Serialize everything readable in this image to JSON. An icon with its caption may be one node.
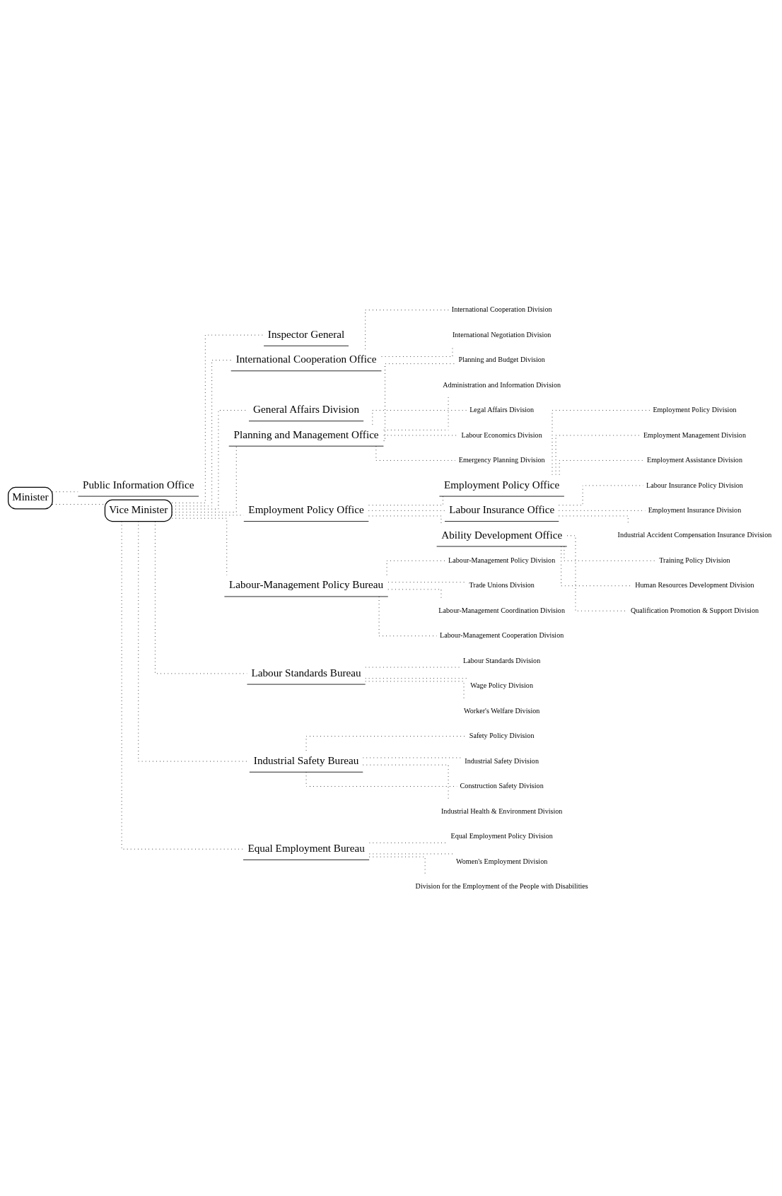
{
  "diagram": {
    "nodes": [
      {
        "text": [
          "Minister"
        ]
      },
      {
        "text": [
          "Public Information Office"
        ]
      },
      {
        "text": [
          "Vice Minister"
        ]
      },
      {
        "text": [
          "Inspector General"
        ]
      },
      {
        "text": [
          "International Cooperation Office"
        ]
      },
      {
        "text": [
          "International Cooperation Division"
        ]
      },
      {
        "text": [
          "International Negotiation Division"
        ]
      },
      {
        "text": [
          "General Affairs Division"
        ]
      },
      {
        "text": [
          "Planning and Management Office"
        ]
      },
      {
        "text": [
          "Planning and Budget Division"
        ]
      },
      {
        "text": [
          "Administration and Information Division"
        ]
      },
      {
        "text": [
          "Legal Affairs Division"
        ]
      },
      {
        "text": [
          "Labour Economics Division"
        ]
      },
      {
        "text": [
          "Emergency Planning Division"
        ]
      },
      {
        "text": [
          "Employment Policy Office"
        ]
      },
      {
        "text": [
          "Employment Policy Office"
        ]
      },
      {
        "text": [
          "Employment Policy Division"
        ]
      },
      {
        "text": [
          "Employment Management Division"
        ]
      },
      {
        "text": [
          "Employment Assistance Division"
        ]
      },
      {
        "text": [
          "Labour Insurance Office"
        ]
      },
      {
        "text": [
          "Labour Insurance Policy Division"
        ]
      },
      {
        "text": [
          "Employment Insurance Division"
        ]
      },
      {
        "text": [
          "Industrial Accident Compensation Insurance Division"
        ]
      },
      {
        "text": [
          "Ability Development Office"
        ]
      },
      {
        "text": [
          "Training Policy Division"
        ]
      },
      {
        "text": [
          "Human Resources Development Division"
        ]
      },
      {
        "text": [
          "Qualification Promotion & Support Division"
        ]
      },
      {
        "text": [
          "Labour-Management Policy Bureau"
        ]
      },
      {
        "text": [
          "Labour-Management Policy Division"
        ]
      },
      {
        "text": [
          "Trade Unions Division"
        ]
      },
      {
        "text": [
          "Labour-Management Coordination Division"
        ]
      },
      {
        "text": [
          "Labour-Management Cooperation Division"
        ]
      },
      {
        "text": [
          "Labour Standards Bureau"
        ]
      },
      {
        "text": [
          "Labour Standards Division"
        ]
      },
      {
        "text": [
          "Wage Policy Division"
        ]
      },
      {
        "text": [
          "Worker's Welfare Division"
        ]
      },
      {
        "text": [
          "Industrial Safety Bureau"
        ]
      },
      {
        "text": [
          "Safety Policy Division"
        ]
      },
      {
        "text": [
          "Industrial Safety Division"
        ]
      },
      {
        "text": [
          "Construction Safety Division"
        ]
      },
      {
        "text": [
          "Industrial Health & Environment Division"
        ]
      },
      {
        "text": [
          "Equal Employment Bureau"
        ]
      },
      {
        "text": [
          "Equal Employment Policy Division"
        ]
      },
      {
        "text": [
          "Women's Employment Division"
        ]
      },
      {
        "text": [
          "Division for the Employment of the People with Disabilities"
        ]
      }
    ],
    "edges": [
      {
        "from": 0,
        "to": 1,
        "arrow": "none"
      },
      {
        "from": 0,
        "to": 2,
        "arrow": "none"
      },
      {
        "from": 2,
        "to": 3,
        "arrow": "none"
      },
      {
        "from": 2,
        "to": 4,
        "arrow": "none"
      },
      {
        "from": 4,
        "to": 5,
        "arrow": "none"
      },
      {
        "from": 4,
        "to": 6,
        "arrow": "none"
      },
      {
        "from": 2,
        "to": 7,
        "arrow": "none"
      },
      {
        "from": 2,
        "to": 8,
        "arrow": "none"
      },
      {
        "from": 8,
        "to": 9,
        "arrow": "none"
      },
      {
        "from": 8,
        "to": 10,
        "arrow": "none"
      },
      {
        "from": 8,
        "to": 11,
        "arrow": "none"
      },
      {
        "from": 8,
        "to": 12,
        "arrow": "none"
      },
      {
        "from": 8,
        "to": 13,
        "arrow": "none"
      },
      {
        "from": 2,
        "to": 14,
        "arrow": "none"
      },
      {
        "from": 14,
        "to": 15,
        "arrow": "none"
      },
      {
        "from": 15,
        "to": 16,
        "arrow": "none"
      },
      {
        "from": 15,
        "to": 17,
        "arrow": "none"
      },
      {
        "from": 15,
        "to": 18,
        "arrow": "none"
      },
      {
        "from": 14,
        "to": 19,
        "arrow": "none"
      },
      {
        "from": 19,
        "to": 20,
        "arrow": "none"
      },
      {
        "from": 19,
        "to": 21,
        "arrow": "none"
      },
      {
        "from": 19,
        "to": 22,
        "arrow": "none"
      },
      {
        "from": 14,
        "to": 23,
        "arrow": "none"
      },
      {
        "from": 23,
        "to": 24,
        "arrow": "none"
      },
      {
        "from": 23,
        "to": 25,
        "arrow": "none"
      },
      {
        "from": 23,
        "to": 26,
        "arrow": "none"
      },
      {
        "from": 2,
        "to": 27,
        "arrow": "none"
      },
      {
        "from": 27,
        "to": 28,
        "arrow": "none"
      },
      {
        "from": 27,
        "to": 29,
        "arrow": "none"
      },
      {
        "from": 27,
        "to": 30,
        "arrow": "none"
      },
      {
        "from": 27,
        "to": 31,
        "arrow": "none"
      },
      {
        "from": 2,
        "to": 32,
        "arrow": "none"
      },
      {
        "from": 32,
        "to": 33,
        "arrow": "none"
      },
      {
        "from": 32,
        "to": 34,
        "arrow": "none"
      },
      {
        "from": 32,
        "to": 35,
        "arrow": "none"
      },
      {
        "from": 2,
        "to": 36,
        "arrow": "none"
      },
      {
        "from": 36,
        "to": 37,
        "arrow": "none"
      },
      {
        "from": 36,
        "to": 38,
        "arrow": "none"
      },
      {
        "from": 36,
        "to": 39,
        "arrow": "none"
      },
      {
        "from": 36,
        "to": 40,
        "arrow": "none"
      },
      {
        "from": 2,
        "to": 41,
        "arrow": "none"
      },
      {
        "from": 41,
        "to": 42,
        "arrow": "none"
      },
      {
        "from": 41,
        "to": 43,
        "arrow": "none"
      },
      {
        "from": 41,
        "to": 44,
        "arrow": "none"
      }
    ]
  }
}
